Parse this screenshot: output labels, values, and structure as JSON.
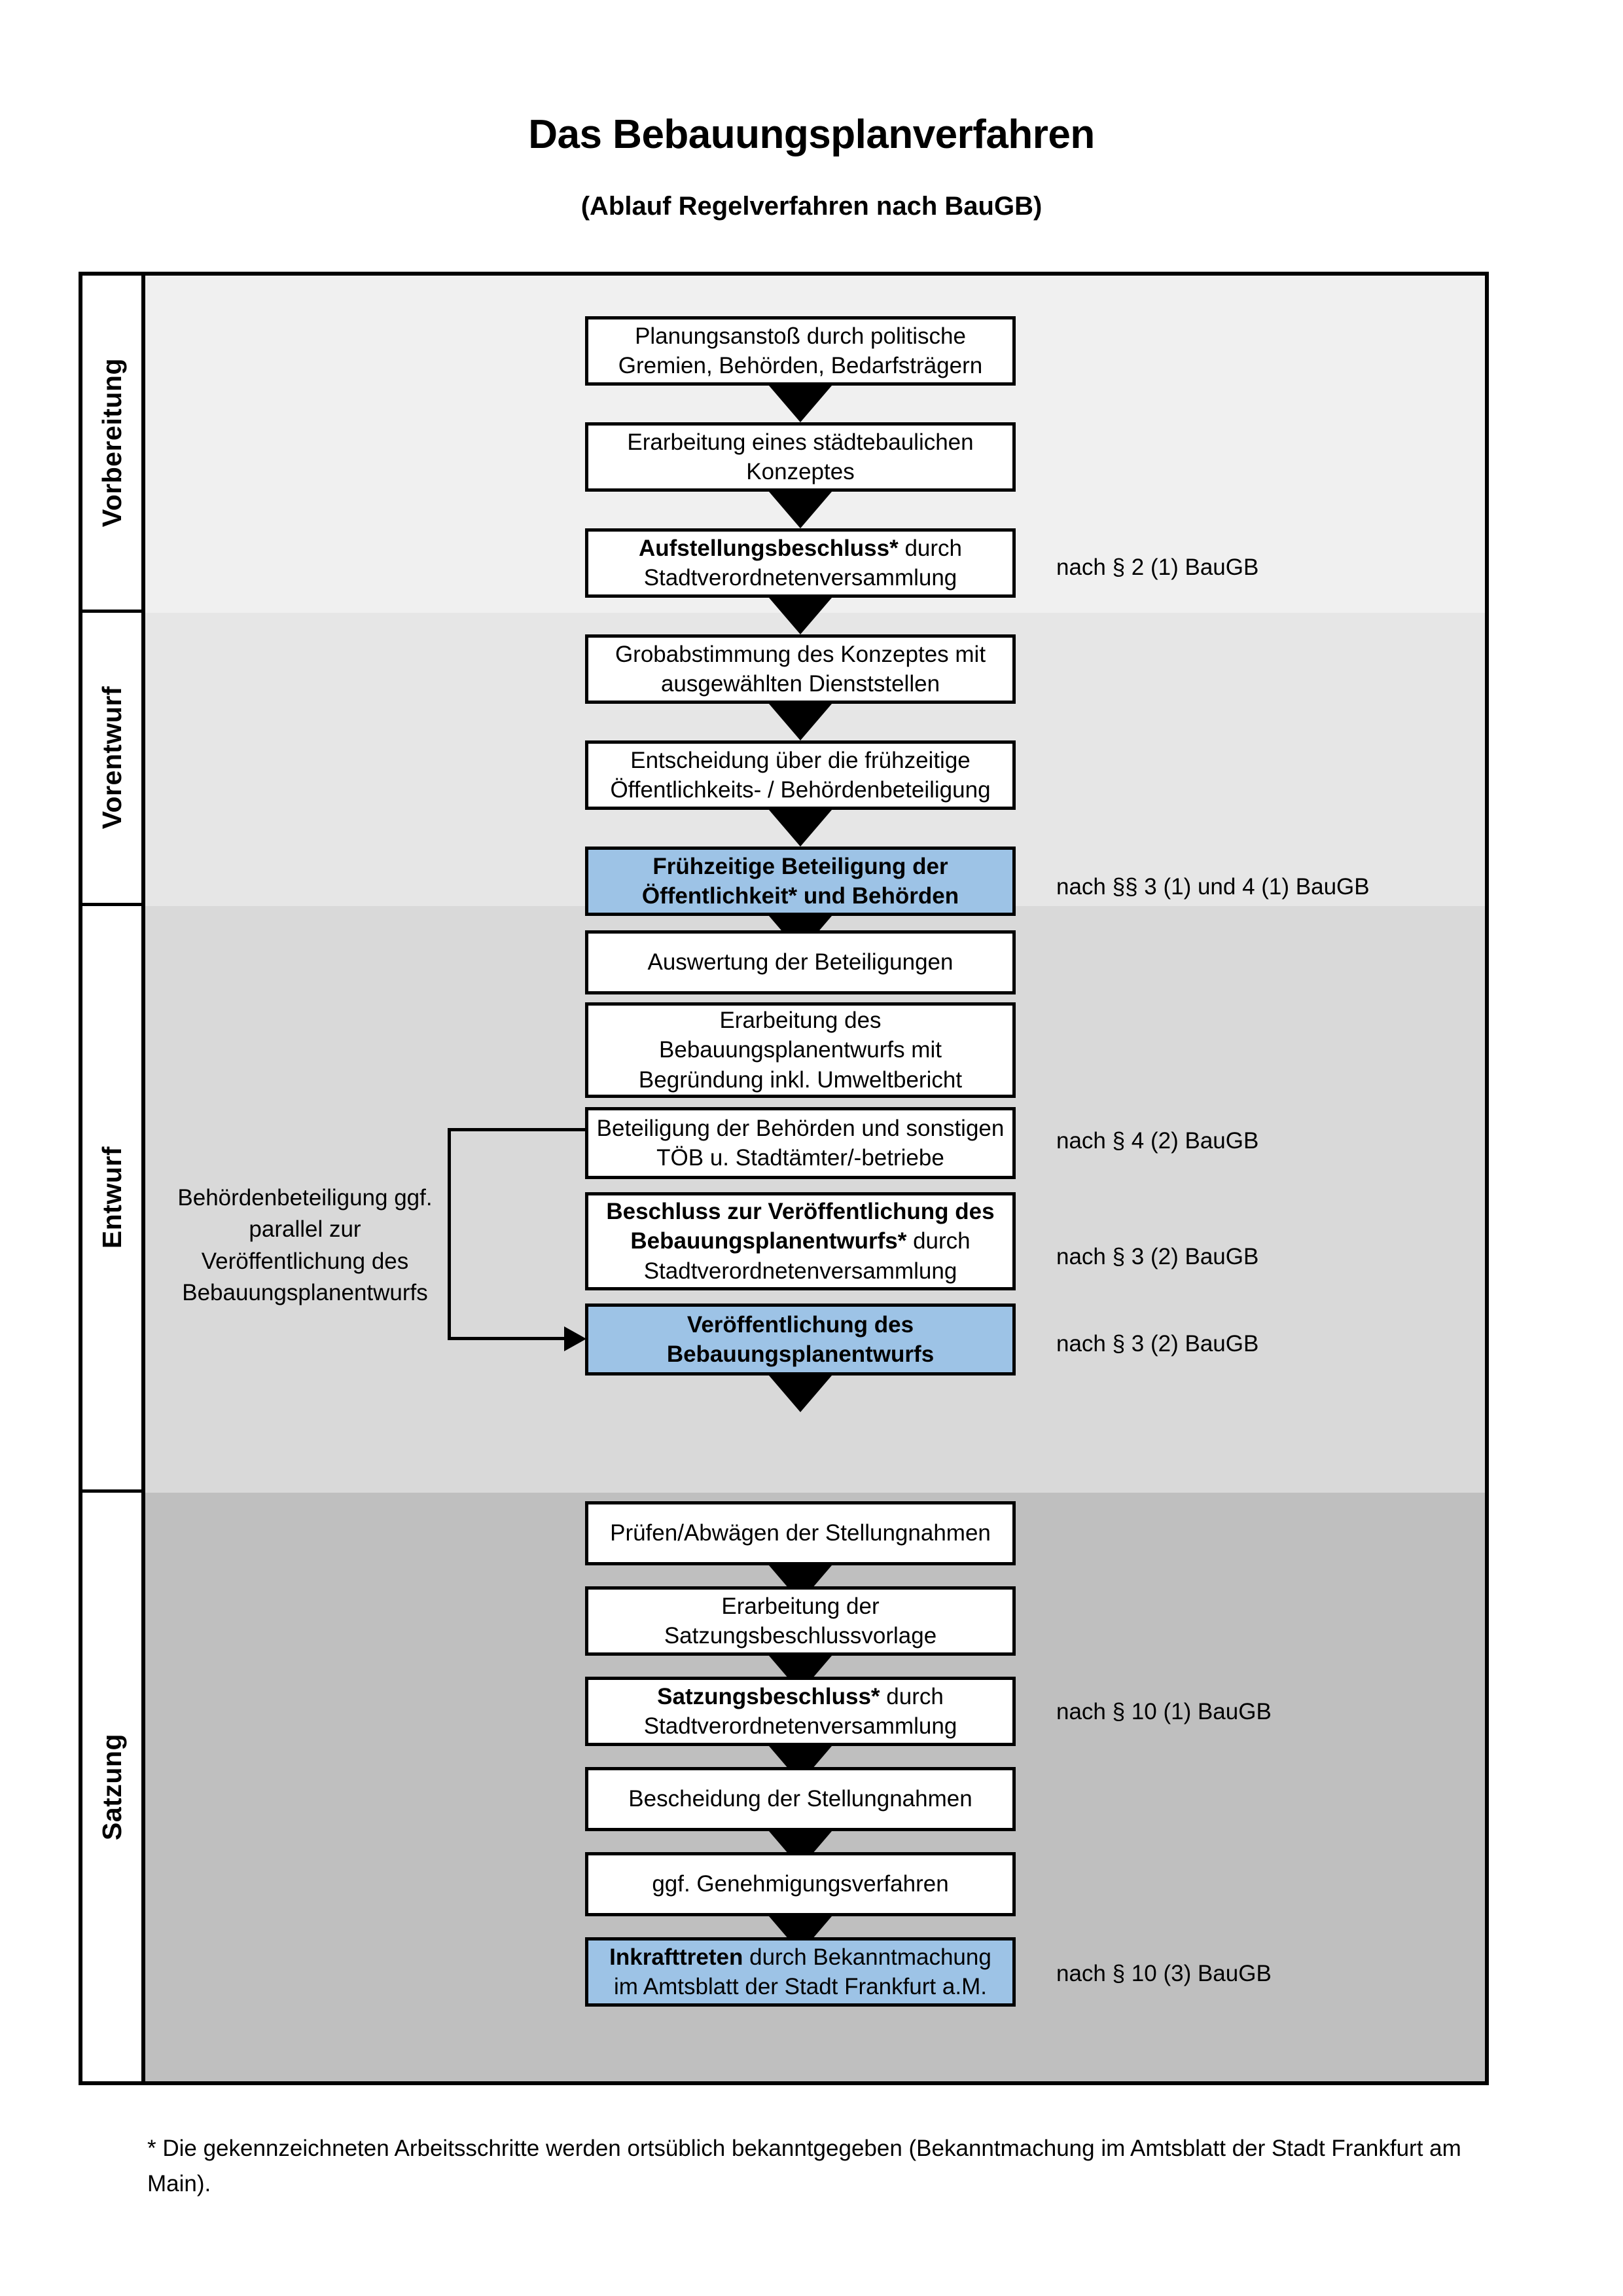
{
  "title": {
    "main": "Das Bebauungsplanverfahren",
    "sub": "(Ablauf Regelverfahren nach BauGB)"
  },
  "colors": {
    "highlight_blue": "#9DC3E6",
    "band_vorbereitung": "#F0F0F0",
    "band_vorentwurf": "#E6E6E6",
    "band_entwurf": "#D9D9D9",
    "band_satzung": "#BFBFBF",
    "border_black": "#000000"
  },
  "phases": [
    {
      "label": "Vorbereitung"
    },
    {
      "label": "Vorentwurf"
    },
    {
      "label": "Entwurf"
    },
    {
      "label": "Satzung"
    }
  ],
  "nodes": [
    {
      "id": "planungsanstoss",
      "text": "Planungsanstoß durch politische Gremien, Behörden, Bedarfsträgern",
      "bold": "",
      "highlight": false
    },
    {
      "id": "staedtebauliches-konzept",
      "text": "Erarbeitung eines städtebaulichen Konzeptes",
      "bold": "",
      "highlight": false
    },
    {
      "id": "aufstellungsbeschluss",
      "text": "Aufstellungsbeschluss* durch Stadtverordnetenversammlung",
      "bold": "Aufstellungsbeschluss*",
      "highlight": false
    },
    {
      "id": "grobabstimmung",
      "text": "Grobabstimmung des Konzeptes mit ausgewählten Dienststellen",
      "bold": "",
      "highlight": false
    },
    {
      "id": "entscheidung-fruehzeitig",
      "text": "Entscheidung über die frühzeitige Öffentlichkeits- / Behördenbeteiligung",
      "bold": "",
      "highlight": false
    },
    {
      "id": "fruehzeitige-beteiligung",
      "text": "Frühzeitige Beteiligung der Öffentlichkeit* und Behörden",
      "bold": "Frühzeitige Beteiligung der Öffentlichkeit* und Behörden",
      "highlight": true
    },
    {
      "id": "auswertung",
      "text": "Auswertung der Beteiligungen",
      "bold": "",
      "highlight": false
    },
    {
      "id": "erarbeitung-entwurf",
      "text": "Erarbeitung des Bebauungsplanentwurfs mit Begründung inkl. Umweltbericht",
      "bold": "",
      "highlight": false
    },
    {
      "id": "beteiligung-behoerden",
      "text": "Beteiligung der Behörden und sonstigen TÖB u. Stadtämter/-betriebe",
      "bold": "",
      "highlight": false
    },
    {
      "id": "beschluss-veroeffentlichung",
      "text": "Beschluss zur Veröffentlichung des Bebauungsplanentwurfs* durch Stadtverordnetenversammlung",
      "bold": "Beschluss zur Veröffentlichung des Bebauungsplanentwurfs*",
      "highlight": false
    },
    {
      "id": "veroeffentlichung",
      "text": "Veröffentlichung des Bebauungsplanentwurfs",
      "bold": "Veröffentlichung des Bebauungsplanentwurfs",
      "highlight": true
    },
    {
      "id": "pruefen-abwaegen",
      "text": "Prüfen/Abwägen der Stellungnahmen",
      "bold": "",
      "highlight": false
    },
    {
      "id": "satzungsbeschlussvorlage",
      "text": "Erarbeitung der Satzungsbeschlussvorlage",
      "bold": "",
      "highlight": false
    },
    {
      "id": "satzungsbeschluss",
      "text": "Satzungsbeschluss* durch Stadtverordnetenversammlung",
      "bold": "Satzungsbeschluss*",
      "highlight": false
    },
    {
      "id": "bescheidung",
      "text": "Bescheidung der Stellungnahmen",
      "bold": "",
      "highlight": false
    },
    {
      "id": "genehmigungsverfahren",
      "text": "ggf. Genehmigungsverfahren",
      "bold": "",
      "highlight": false
    },
    {
      "id": "inkrafttreten",
      "text": "Inkrafttreten durch Bekanntmachung im Amtsblatt der Stadt Frankfurt a.M.",
      "bold": "Inkrafttreten",
      "highlight": true
    }
  ],
  "side_note": {
    "text": "Behördenbeteiligung ggf. parallel zur Veröffentlichung des Bebauungsplanentwurfs"
  },
  "legal_refs": [
    {
      "id": "ref-par2-1",
      "text": "nach § 2 (1) BauGB"
    },
    {
      "id": "ref-par3-1-4-1",
      "text": "nach §§ 3 (1) und 4 (1) BauGB"
    },
    {
      "id": "ref-par4-2",
      "text": "nach § 4 (2) BauGB"
    },
    {
      "id": "ref-par3-2a",
      "text": "nach § 3 (2) BauGB"
    },
    {
      "id": "ref-par3-2b",
      "text": "nach § 3 (2) BauGB"
    },
    {
      "id": "ref-par10-1",
      "text": "nach § 10 (1) BauGB"
    },
    {
      "id": "ref-par10-3",
      "text": "nach § 10 (3) BauGB"
    }
  ],
  "footnote": {
    "text": "* Die gekennzeichneten Arbeitsschritte werden ortsüblich bekanntgegeben (Bekanntmachung im Amtsblatt  der Stadt Frankfurt am Main)."
  }
}
